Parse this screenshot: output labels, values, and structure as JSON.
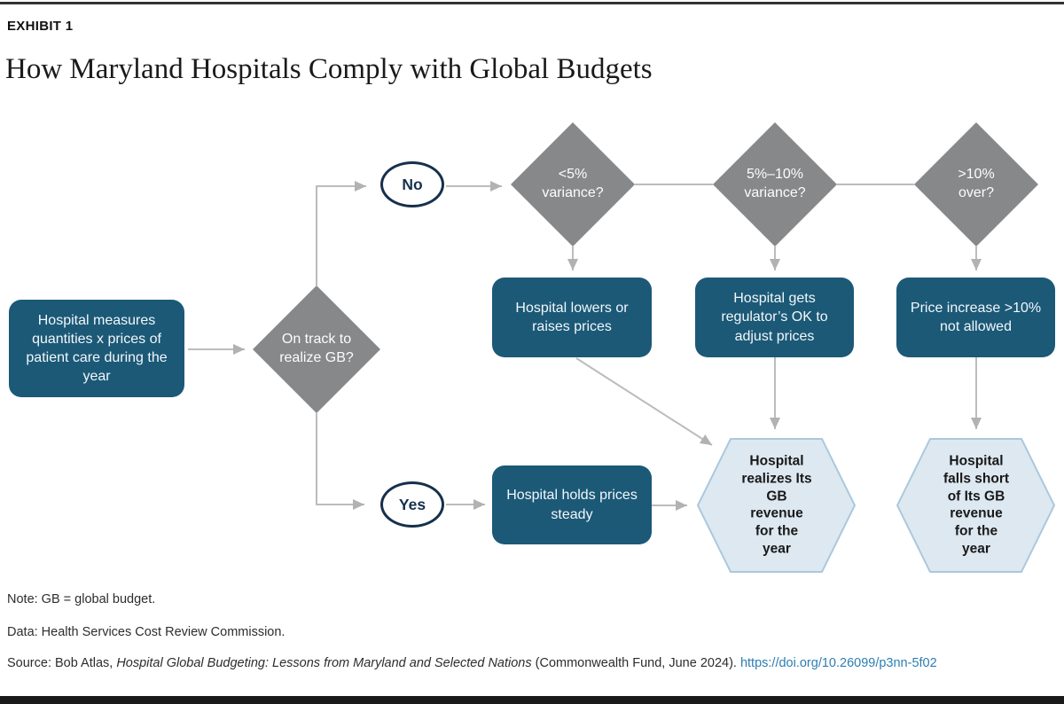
{
  "header": {
    "exhibit_label": "EXHIBIT 1",
    "title": "How Maryland Hospitals Comply with Global Budgets"
  },
  "flowchart": {
    "start_box": {
      "text": "Hospital measures quantities x prices of patient care during the year"
    },
    "root_decision": {
      "text": "On track to realize GB?"
    },
    "branch_labels": {
      "no": "No",
      "yes": "Yes"
    },
    "decisions": [
      {
        "text": "<5% variance?"
      },
      {
        "text": "5%–10% variance?"
      },
      {
        "text": ">10% over?"
      }
    ],
    "actions": [
      {
        "text": "Hospital lowers or raises prices"
      },
      {
        "text": "Hospital gets regulator’s OK to adjust prices"
      },
      {
        "text": "Price increase >10% not allowed"
      },
      {
        "text": "Hospital holds prices steady"
      }
    ],
    "outcomes": [
      {
        "lines": [
          "Hospital",
          "realizes Its",
          "GB",
          "revenue",
          "for the",
          "year"
        ]
      },
      {
        "lines": [
          "Hospital",
          "falls short",
          "of Its GB",
          "revenue",
          "for the",
          "year"
        ]
      }
    ]
  },
  "footnotes": {
    "note": "Note: GB = global budget.",
    "data": "Data: Health Services Cost Review Commission.",
    "source_prefix": "Source: Bob Atlas, ",
    "source_title": "Hospital Global Budgeting: Lessons from Maryland and Selected Nations",
    "source_suffix": " (Commonwealth Fund, June 2024). ",
    "source_link": "https://doi.org/10.26099/p3nn-5f02"
  },
  "colors": {
    "action_box_fill": "#1b5977",
    "decision_fill": "#87888a",
    "outcome_fill": "#dde8f1",
    "outcome_border": "#abc8dd",
    "oval_border": "#16304d",
    "connector": "#bcbcbc",
    "link": "#2d7eb2"
  }
}
